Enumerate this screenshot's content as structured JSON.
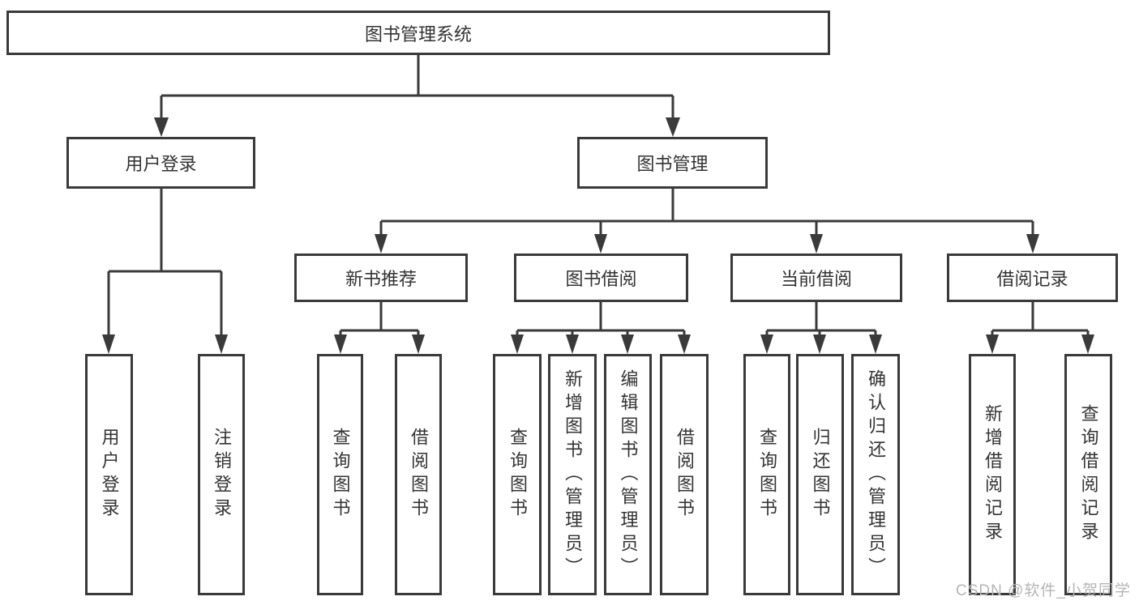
{
  "colors": {
    "line": "#3a3a3a",
    "box_border": "#3a3a3a",
    "box_background": "#ffffff",
    "text": "#333333",
    "watermark": "#b5b5b5"
  },
  "watermark": {
    "text": "CSDN @软件_小贺同学"
  },
  "tree": {
    "label": "图书管理系统",
    "children": [
      {
        "label": "用户登录",
        "children": [
          {
            "label": "用户登录"
          },
          {
            "label": "注销登录"
          }
        ]
      },
      {
        "label": "图书管理",
        "children": [
          {
            "label": "新书推荐",
            "children": [
              {
                "label": "查询图书"
              },
              {
                "label": "借阅图书"
              }
            ]
          },
          {
            "label": "图书借阅",
            "children": [
              {
                "label": "查询图书"
              },
              {
                "label": "新增图书（管理员）"
              },
              {
                "label": "编辑图书（管理员）"
              },
              {
                "label": "借阅图书"
              }
            ]
          },
          {
            "label": "当前借阅",
            "children": [
              {
                "label": "查询图书"
              },
              {
                "label": "归还图书"
              },
              {
                "label": "确认归还（管理员）"
              }
            ]
          },
          {
            "label": "借阅记录",
            "children": [
              {
                "label": "新增借阅记录"
              },
              {
                "label": "查询借阅记录"
              }
            ]
          }
        ]
      }
    ]
  }
}
